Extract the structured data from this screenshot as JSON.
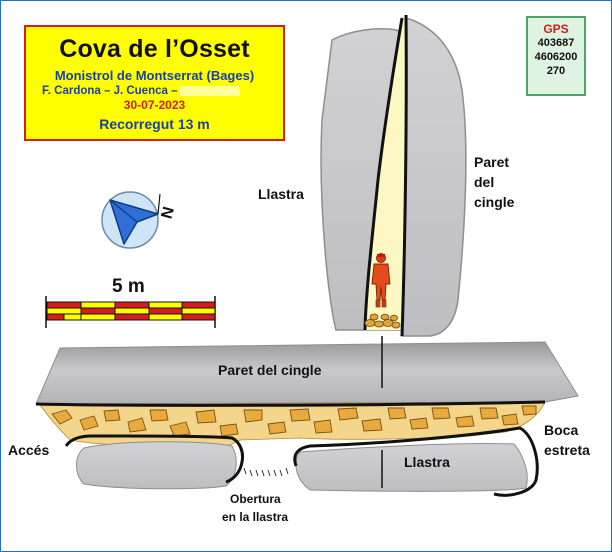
{
  "title_box": {
    "title": "Cova de l’Osset",
    "location": "Monistrol de Montserrat (Bages)",
    "authors": "F. Cardona – J. Cuenca –",
    "date": "30-07-2023",
    "length": "Recorregut 13 m"
  },
  "gps": {
    "label": "GPS",
    "x": "403687",
    "y": "4606200",
    "z": "270"
  },
  "compass": {
    "north_letter": "N"
  },
  "scale_bar": {
    "label": "5 m"
  },
  "section": {
    "llastra_label": "Llastra",
    "wall_label_line1": "Paret",
    "wall_label_line2": "del",
    "wall_label_line3": "cingle"
  },
  "plan": {
    "wall_label": "Paret del cingle",
    "access_label": "Accés",
    "llastra_label": "Llastra",
    "mouth_line1": "Boca",
    "mouth_line2": "estreta",
    "opening_line1": "Obertura",
    "opening_line2": "en la llastra"
  },
  "colors": {
    "rock_gray": "#bfbfc1",
    "cave_floor": "#f3d58b",
    "cave_light": "#fdf7c3",
    "title_bg": "#ffff00",
    "title_border": "#d61c1c",
    "blue_text": "#1a3fa6",
    "red_text": "#d61c1c",
    "gps_bg": "#dff3e3",
    "gps_border": "#4ca56a",
    "compass_fill": "#2f6fd6",
    "scale_red": "#d61c1c",
    "scale_yellow": "#ffff00"
  }
}
